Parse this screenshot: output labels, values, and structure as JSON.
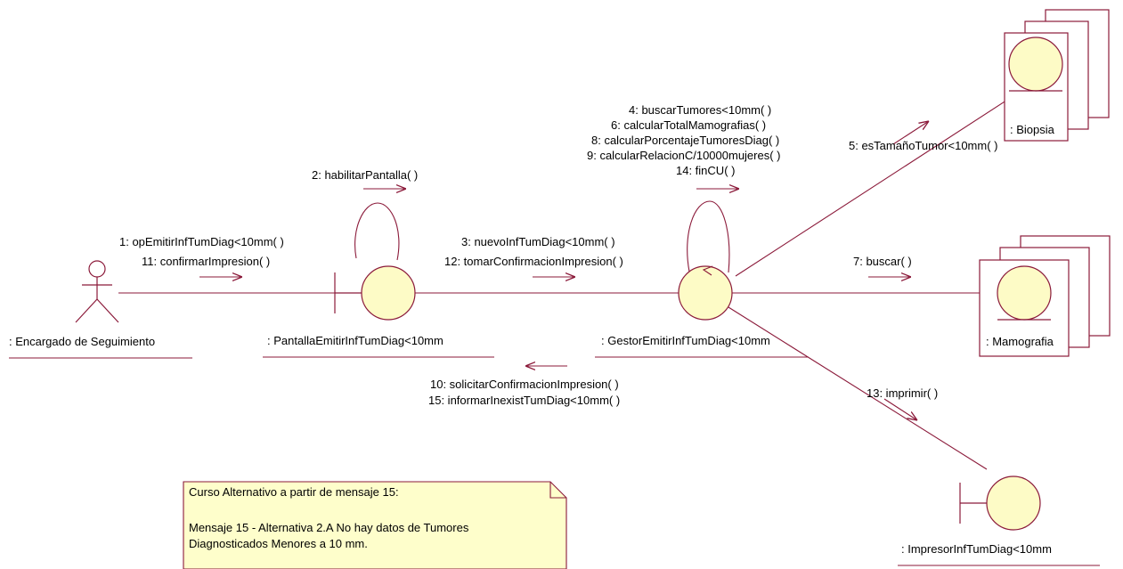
{
  "objects": {
    "actor": ": Encargado de Seguimiento",
    "pantalla": ": PantallaEmitirInfTumDiag<10mm",
    "gestor": ": GestorEmitirInfTumDiag<10mm",
    "biopsia": ": Biopsia",
    "mamografia": ": Mamografia",
    "impresor": ": ImpresorInfTumDiag<10mm"
  },
  "messages": {
    "m1": "1: opEmitirInfTumDiag<10mm( )",
    "m11": "11: confirmarImpresion( )",
    "m2": "2: habilitarPantalla( )",
    "m3": "3: nuevoInfTumDiag<10mm( )",
    "m12": "12: tomarConfirmacionImpresion( )",
    "m4": "4: buscarTumores<10mm( )",
    "m6": "6: calcularTotalMamografias( )",
    "m8": "8: calcularPorcentajeTumoresDiag( )",
    "m9": "9: calcularRelacionC/10000mujeres( )",
    "m14": "14: finCU( )",
    "m5": "5: esTamañoTumor<10mm( )",
    "m7": "7: buscar( )",
    "m10": "10: solicitarConfirmacionImpresion( )",
    "m15": "15: informarInexistTumDiag<10mm( )",
    "m13": "13: imprimir( )"
  },
  "note": {
    "line1": "Curso Alternativo a partir de mensaje 15:",
    "line2": "Mensaje 15  -  Alternativa 2.A No hay datos de Tumores",
    "line3": "Diagnosticados Menores a 10 mm."
  },
  "colors": {
    "line": "#8b1a3a",
    "object_fill": "#fdfbc6",
    "note_fill": "#fefecb"
  }
}
